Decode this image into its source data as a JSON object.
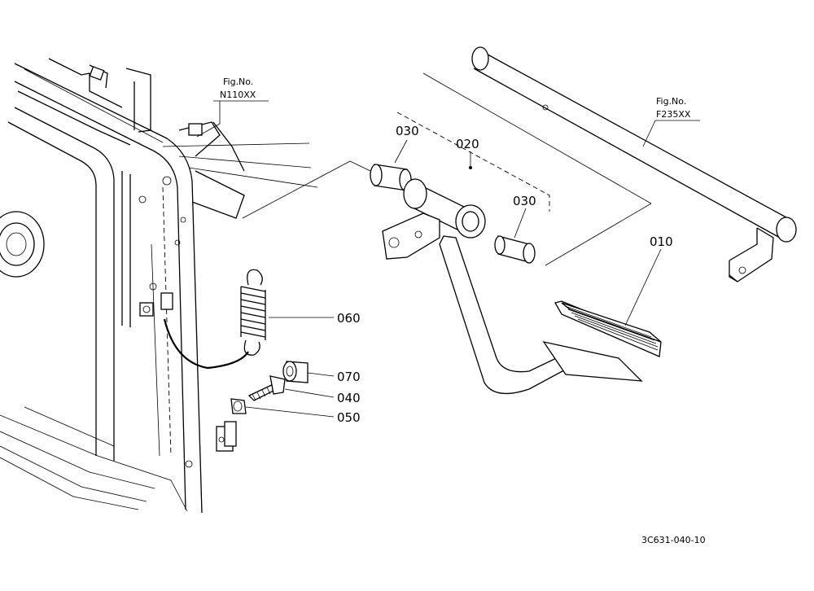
{
  "figure_refs": [
    {
      "line1": "Fig.No.",
      "line2": "N110XX"
    },
    {
      "line1": "Fig.No.",
      "line2": "F235XX"
    }
  ],
  "part_labels": {
    "p010": "010",
    "p020": "020",
    "p030_left": "030",
    "p030_right": "030",
    "p040": "040",
    "p050": "050",
    "p060": "060",
    "p070": "070"
  },
  "drawing_number": "3C631-040-10"
}
